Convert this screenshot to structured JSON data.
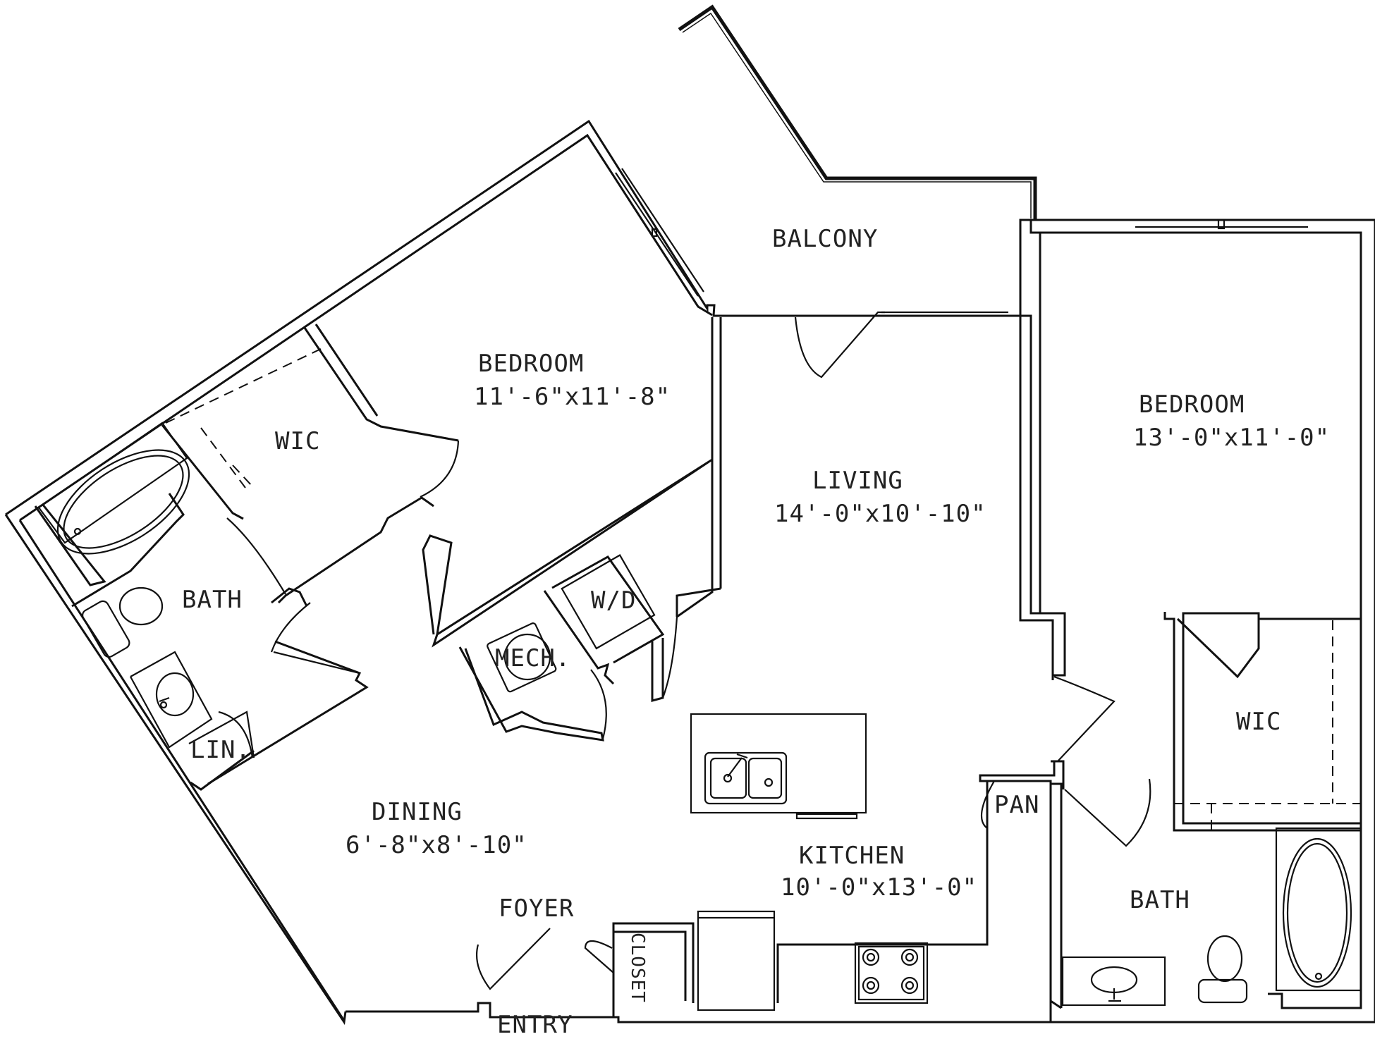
{
  "rooms": {
    "balcony": {
      "name": "BALCONY"
    },
    "bedroom_left": {
      "name": "BEDROOM",
      "size": "11'-6\"x11'-8\""
    },
    "wic_left": {
      "name": "WIC"
    },
    "bath_left": {
      "name": "BATH"
    },
    "linen": {
      "name": "LIN."
    },
    "mech": {
      "name": "MECH."
    },
    "wd": {
      "name": "W/D"
    },
    "living": {
      "name": "LIVING",
      "size": "14'-0\"x10'-10\""
    },
    "bedroom_right": {
      "name": "BEDROOM",
      "size": "13'-0\"x11'-0\""
    },
    "wic_right": {
      "name": "WIC"
    },
    "dining": {
      "name": "DINING",
      "size": "6'-8\"x8'-10\""
    },
    "kitchen": {
      "name": "KITCHEN",
      "size": "10'-0\"x13'-0\""
    },
    "pantry": {
      "name": "PAN"
    },
    "foyer": {
      "name": "FOYER"
    },
    "closet": {
      "name": "CLOSET"
    },
    "entry": {
      "name": "ENTRY"
    },
    "bath_right": {
      "name": "BATH"
    }
  }
}
